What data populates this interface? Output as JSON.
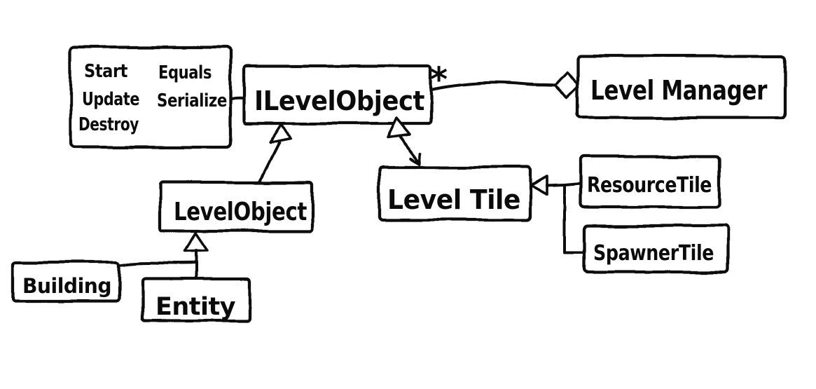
{
  "diagram": {
    "kind": "hand-drawn UML class diagram",
    "background_color": "#ffffff",
    "ink_color": "#0b0b0b",
    "nodes": {
      "methods_note": {
        "col1": [
          "Start",
          "Update",
          "Destroy"
        ],
        "col2": [
          "Equals",
          "Serialize"
        ]
      },
      "ilevelobject": {
        "label": "ILevelObject"
      },
      "levelmanager": {
        "label": "Level Manager"
      },
      "levelobject": {
        "label": "LevelObject"
      },
      "leveltile": {
        "label": "Level Tile"
      },
      "resourcetile": {
        "label": "ResourceTile"
      },
      "spawnertile": {
        "label": "SpawnerTile"
      },
      "building": {
        "label": "Building"
      },
      "entity": {
        "label": "Entity"
      }
    },
    "edges": [
      {
        "type": "aggregation",
        "from": "ILevelObject",
        "to": "Level Manager",
        "multiplicity": "*"
      },
      {
        "type": "inheritance",
        "from": "LevelObject",
        "to": "ILevelObject"
      },
      {
        "type": "inheritance",
        "from": "Level Tile",
        "to": "ILevelObject"
      },
      {
        "type": "inheritance",
        "from": "Entity",
        "to": "LevelObject"
      },
      {
        "type": "inheritance",
        "from": "Building",
        "to": "LevelObject"
      },
      {
        "type": "inheritance",
        "from": "ResourceTile",
        "to": "Level Tile"
      },
      {
        "type": "inheritance",
        "from": "SpawnerTile",
        "to": "Level Tile"
      },
      {
        "type": "note-attachment",
        "from": "methods_note",
        "to": "ILevelObject"
      }
    ]
  }
}
